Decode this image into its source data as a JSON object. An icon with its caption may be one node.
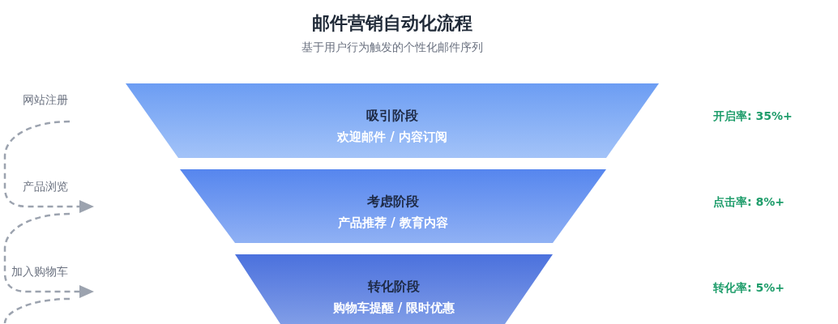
{
  "diagram": {
    "title": "邮件营销自动化流程",
    "nodes": [
      {
        "text": [
          "吸引阶段",
          "欢迎邮件 / 内容订阅"
        ]
      },
      {
        "text": [
          "考虑阶段",
          "产品推荐 / 教育内容"
        ]
      },
      {
        "text": [
          "转化阶段",
          "购物车提醒 / 限时优惠"
        ]
      }
    ],
    "labels": [
      "基于用户行为触发的个性化邮件序列",
      "网站注册",
      "开启率: 35%+",
      "产品浏览",
      "点击率: 8%+",
      "加入购物车",
      "转化率: 5%+"
    ]
  }
}
